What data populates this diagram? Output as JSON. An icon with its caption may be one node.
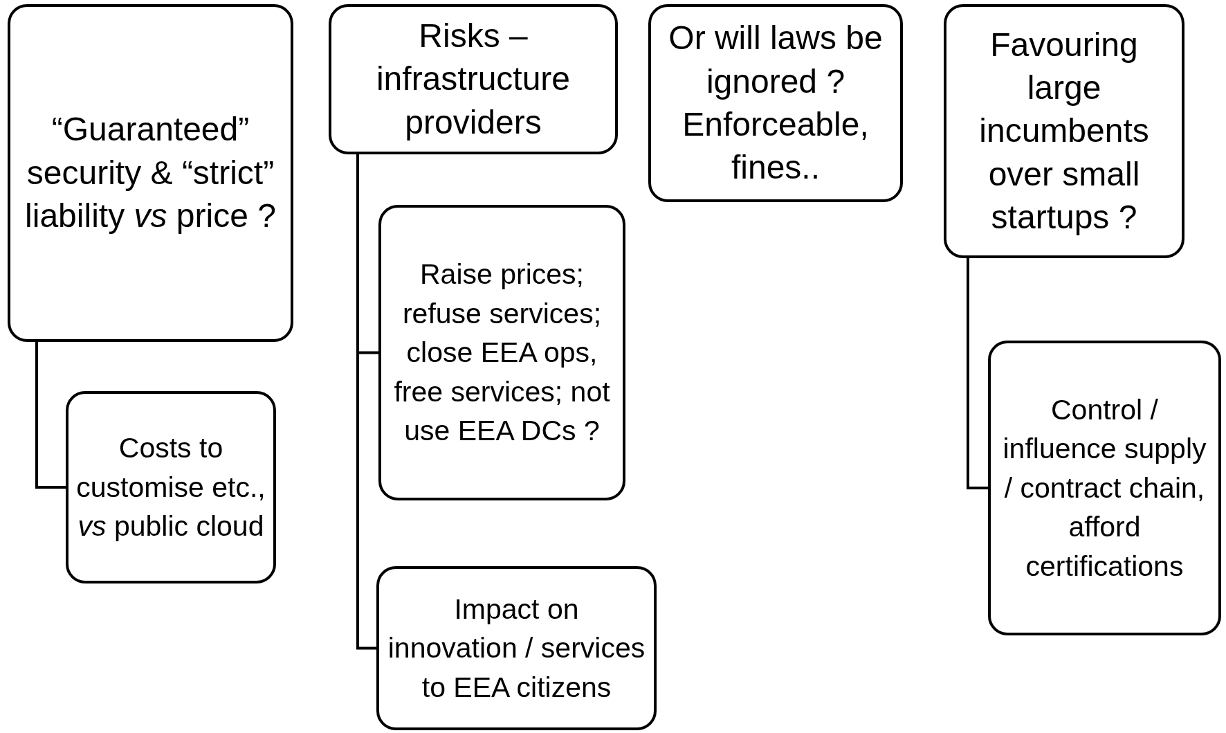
{
  "diagram": {
    "nodes": [
      {
        "text": [
          "“Guaranteed” security & “strict” liability *vs* price ?"
        ]
      },
      {
        "text": [
          "Costs to customise etc., *vs* public cloud"
        ]
      },
      {
        "text": [
          "Risks – infrastructure providers"
        ]
      },
      {
        "text": [
          "Raise prices; refuse services; close EEA ops, free services; not use EEA DCs ?"
        ]
      },
      {
        "text": [
          "Impact on innovation / services to EEA citizens"
        ]
      },
      {
        "text": [
          "Or will laws be ignored ? Enforceable, fines.."
        ]
      },
      {
        "text": [
          "Favouring large incumbents over small startups ?"
        ]
      },
      {
        "text": [
          "Control / influence supply / contract chain, afford certifications"
        ]
      }
    ],
    "edges": [
      {
        "from": 0,
        "to": 1,
        "arrow": "none"
      },
      {
        "from": 2,
        "to": 3,
        "arrow": "none"
      },
      {
        "from": 2,
        "to": 4,
        "arrow": "none"
      },
      {
        "from": 6,
        "to": 7,
        "arrow": "none"
      }
    ]
  }
}
